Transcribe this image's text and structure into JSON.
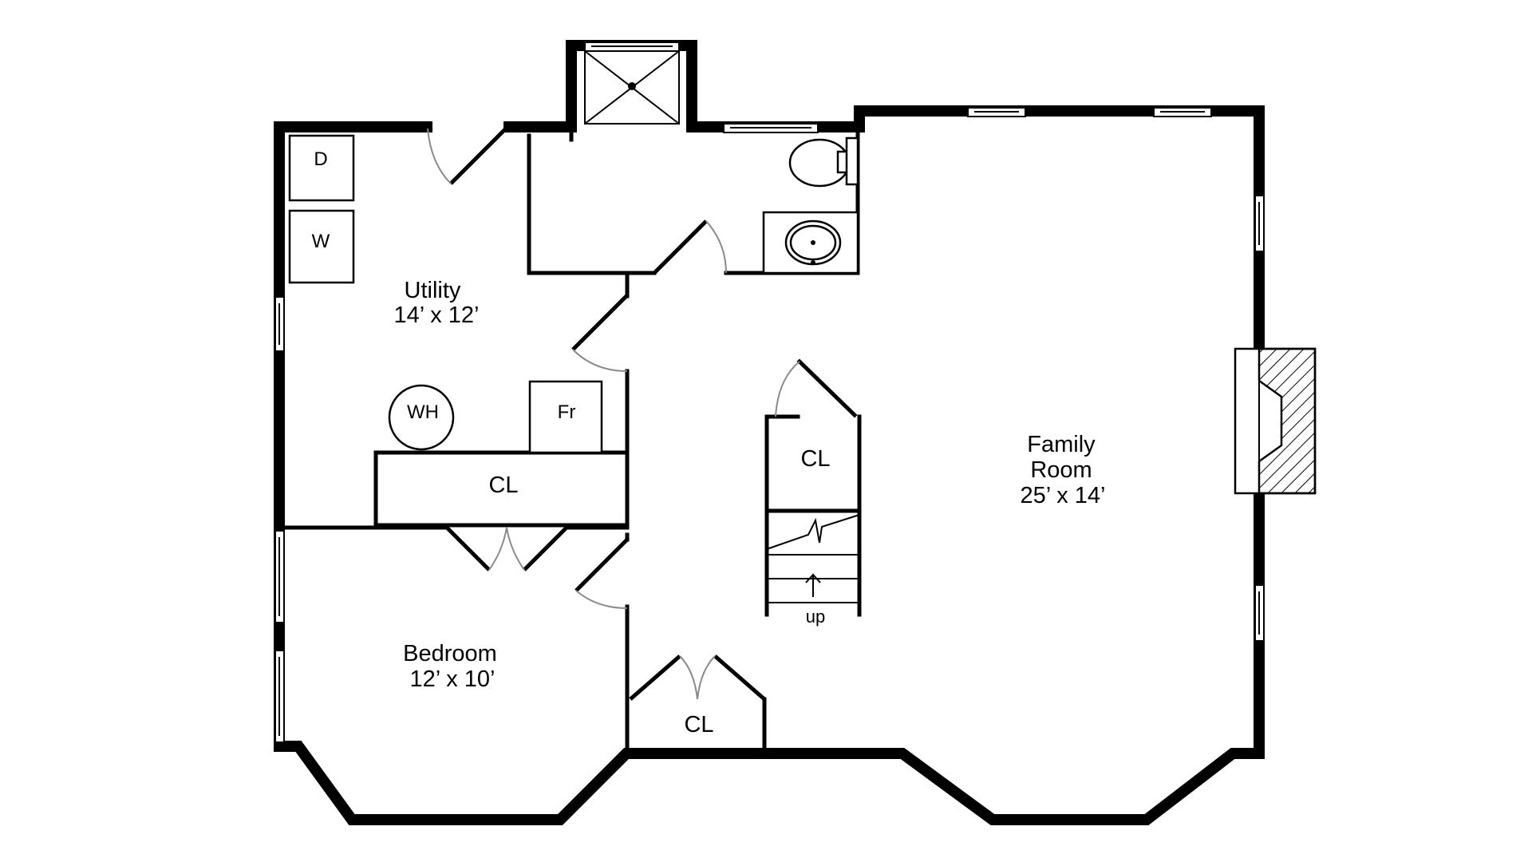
{
  "rooms": {
    "utility": {
      "name": "Utility",
      "dims": "14’ x 12’"
    },
    "family": {
      "name_line1": "Family",
      "name_line2": "Room",
      "dims": "25’ x 14’"
    },
    "bedroom": {
      "name": "Bedroom",
      "dims": "12’ x 10’"
    }
  },
  "labels": {
    "dryer": "D",
    "washer": "W",
    "water_heater": "WH",
    "fridge": "Fr",
    "closet_utility": "CL",
    "closet_stair": "CL",
    "closet_hall": "CL",
    "stairs_up": "up"
  }
}
